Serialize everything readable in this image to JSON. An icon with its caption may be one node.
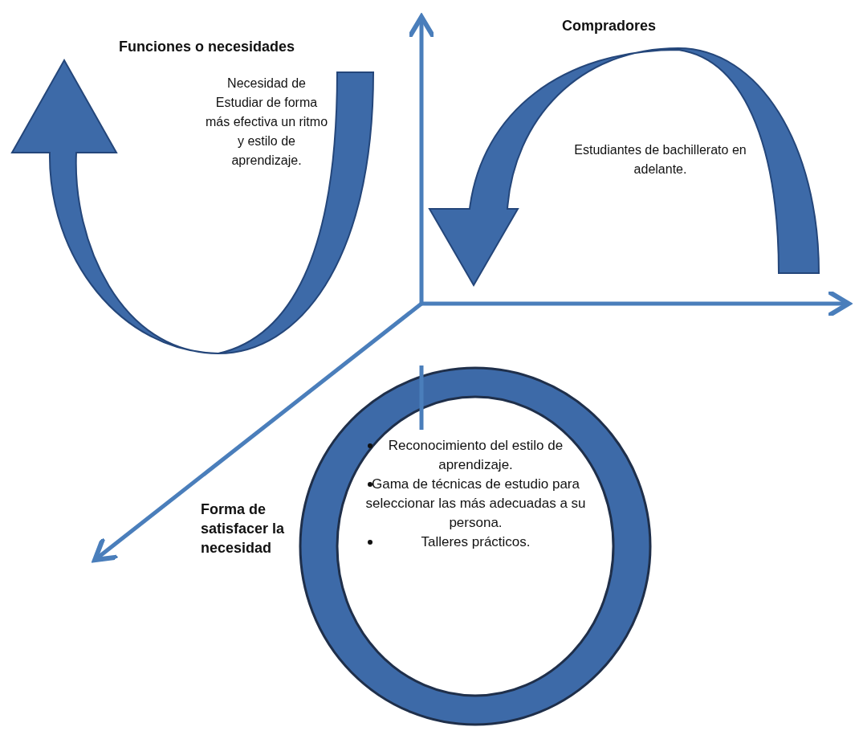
{
  "diagram": {
    "nodes": [
      {
        "text": [
          "Reconocimiento del estilo de aprendizaje.",
          "Gama de técnicas de estudio para seleccionar las más adecuadas a su persona.",
          "Talleres prácticos."
        ]
      }
    ],
    "labels": [
      "Funciones o necesidades",
      "Necesidad de Estudiar de forma más efectiva un ritmo y estilo de aprendizaje.",
      "Compradores",
      "Estudiantes de bachillerato en adelante.",
      "Forma de satisfacer la necesidad"
    ]
  }
}
